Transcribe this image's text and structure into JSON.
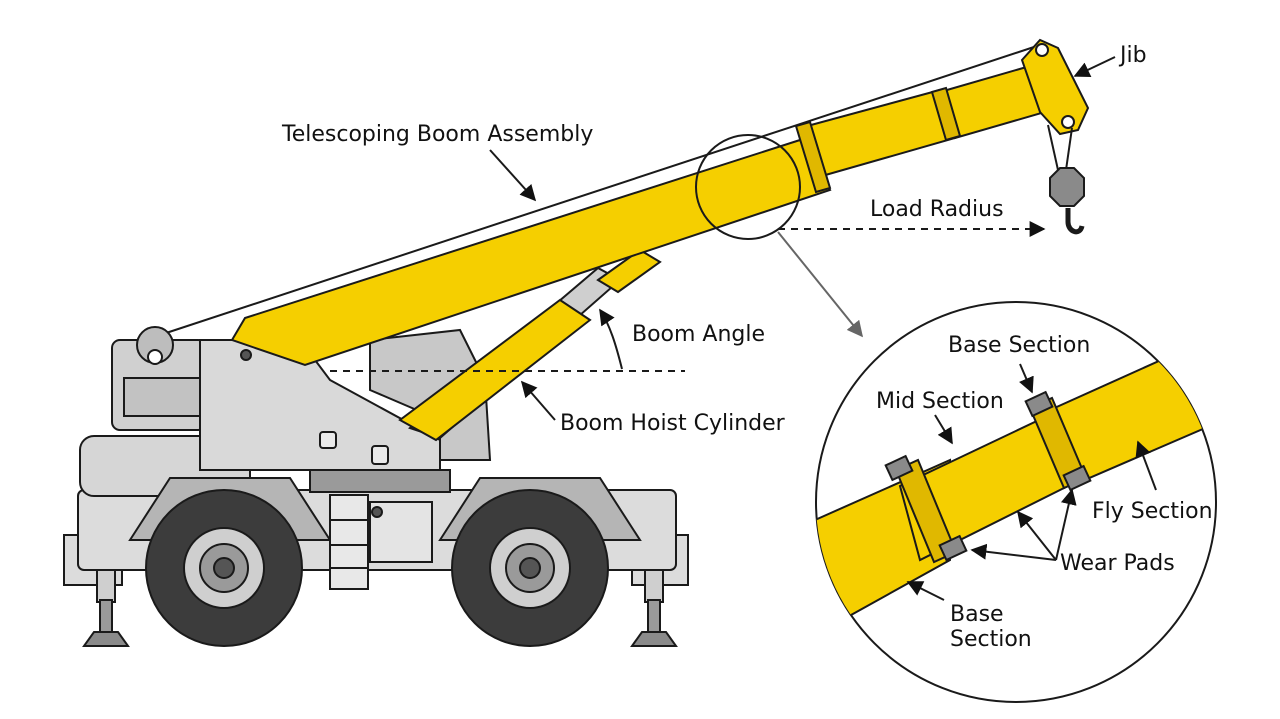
{
  "labels": {
    "telescoping_boom": "Telescoping Boom Assembly",
    "jib": "Jib",
    "load_radius": "Load Radius",
    "boom_angle": "Boom Angle",
    "boom_hoist_cylinder": "Boom Hoist Cylinder",
    "detail_base_top": "Base Section",
    "detail_mid": "Mid Section",
    "detail_fly": "Fly Section",
    "detail_wear_pads": "Wear Pads",
    "detail_base_bottom_1": "Base",
    "detail_base_bottom_2": "Section"
  },
  "colors": {
    "boom_yellow": "#f5cf00",
    "boom_shade": "#e0b800",
    "chassis_gray": "#dcdcdc",
    "chassis_dark": "#9a9a9a",
    "tire": "#3c3c3c",
    "outline": "#1a1a1a"
  }
}
